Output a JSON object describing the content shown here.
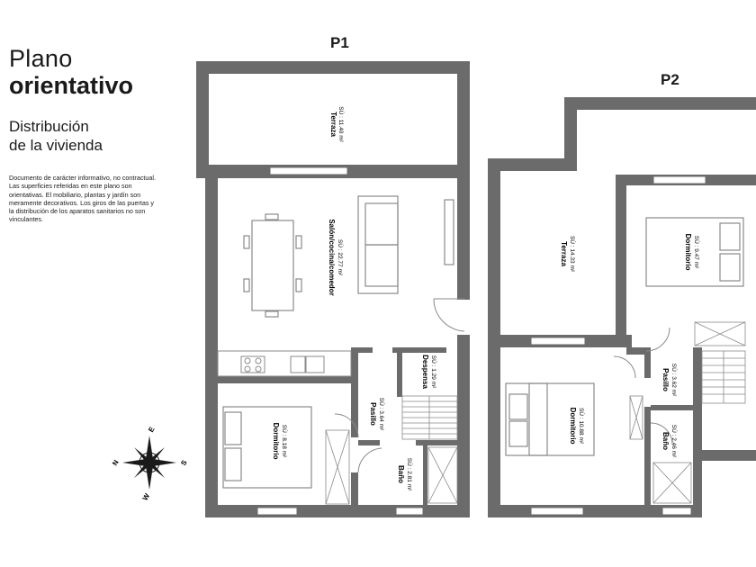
{
  "header": {
    "title_line1": "Plano",
    "title_line2": "orientativo",
    "subtitle_line1": "Distribución",
    "subtitle_line2": "de la vivienda",
    "disclaimer": "Documento de carácter informativo, no contractual. Las superficies referidas en este plano son orientativas. El mobiliario, plantas y jardín son meramente decorativos. Los giros de las puertas y la distribución de los aparatos sanitarios no son vinculantes."
  },
  "plans": {
    "p1": {
      "label": "P1",
      "rooms": {
        "terraza": {
          "name": "Terraza",
          "area": "SÚ : 11.40 m²"
        },
        "salon": {
          "name": "Salón/cocina/comedor",
          "area": "SÚ : 22.77 m²"
        },
        "despensa": {
          "name": "Despensa",
          "area": "SÚ : 1.29 m²"
        },
        "pasillo": {
          "name": "Pasillo",
          "area": "SÚ : 3.64 m²"
        },
        "dormitorio": {
          "name": "Dormitorio",
          "area": "SÚ : 8.18 m²"
        },
        "bano": {
          "name": "Baño",
          "area": "SÚ : 2.81 m²"
        }
      }
    },
    "p2": {
      "label": "P2",
      "rooms": {
        "terraza": {
          "name": "Terraza",
          "area": "SÚ : 14.33 m²"
        },
        "dormitorio1": {
          "name": "Dormitorio",
          "area": "SÚ : 9.47 m²"
        },
        "pasillo": {
          "name": "Pasillo",
          "area": "SÚ : 3.62 m²"
        },
        "dormitorio2": {
          "name": "Dormitorio",
          "area": "SÚ : 10.88 m²"
        },
        "bano": {
          "name": "Baño",
          "area": "SÚ : 2.46 m²"
        }
      }
    }
  },
  "compass": {
    "n": "N",
    "e": "E",
    "s": "S",
    "w": "W"
  },
  "colors": {
    "wall": "#6b6b6b",
    "furniture": "#8a8a8a",
    "text": "#1a1a1a"
  }
}
